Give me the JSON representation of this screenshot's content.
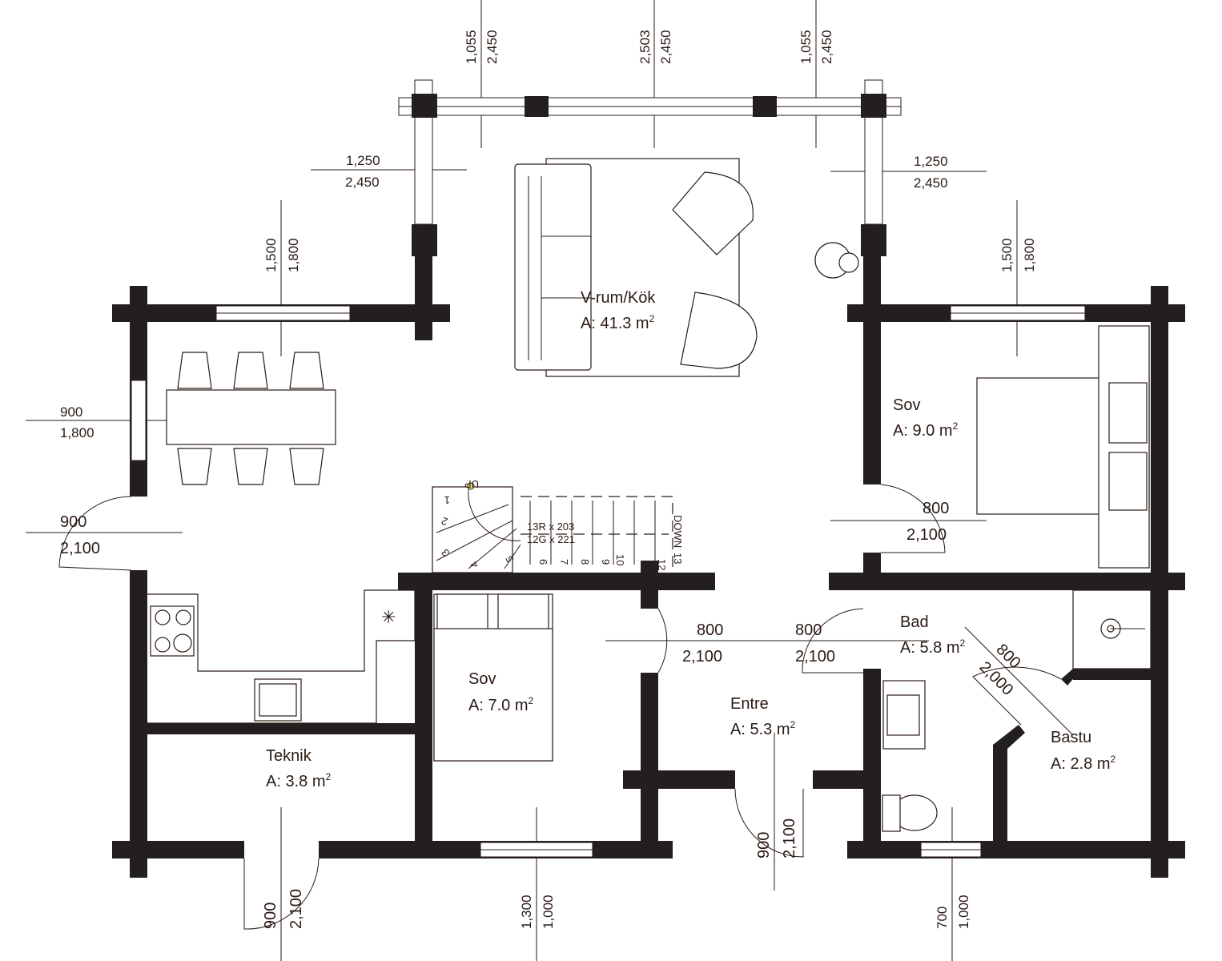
{
  "colors": {
    "wall": "#231f20",
    "text": "#2a1a14",
    "marker": "#e5ea6a"
  },
  "rooms": {
    "living": {
      "name": "V-rum/Kök",
      "area": "A: 41.3 m",
      "sup": "2"
    },
    "bed1": {
      "name": "Sov",
      "area": "A: 9.0 m",
      "sup": "2"
    },
    "bed2": {
      "name": "Sov",
      "area": "A: 7.0 m",
      "sup": "2"
    },
    "entre": {
      "name": "Entre",
      "area": "A: 5.3 m",
      "sup": "2"
    },
    "bad": {
      "name": "Bad",
      "area": "A: 5.8 m",
      "sup": "2"
    },
    "bastu": {
      "name": "Bastu",
      "area": "A: 2.8 m",
      "sup": "2"
    },
    "teknik": {
      "name": "Teknik",
      "area": "A: 3.8 m",
      "sup": "2"
    }
  },
  "dims": {
    "top1": [
      "1,055",
      "2,450"
    ],
    "top2": [
      "2,503",
      "2,450"
    ],
    "top3": [
      "1,055",
      "2,450"
    ],
    "bayL": [
      "1,250",
      "2,450"
    ],
    "bayR": [
      "1,250",
      "2,450"
    ],
    "winL": [
      "1,500",
      "1,800"
    ],
    "winR": [
      "1,500",
      "1,800"
    ],
    "winW": [
      "900",
      "1,800"
    ],
    "doorW": [
      "900",
      "2,100"
    ],
    "doorBed1": [
      "800",
      "2,100"
    ],
    "doorBed2": [
      "800",
      "2,100"
    ],
    "doorBad": [
      "800",
      "2,100"
    ],
    "doorBastu": [
      "800",
      "2,000"
    ],
    "doorEntre": [
      "900",
      "2,100"
    ],
    "doorTeknik": [
      "900",
      "2,100"
    ],
    "winBed2": [
      "1,300",
      "1,000"
    ],
    "winBad": [
      "700",
      "1,000"
    ]
  },
  "stairs": {
    "up": "UP",
    "down": "DOWN",
    "risers": "13R x 203",
    "goings": "12G x 221",
    "steps": [
      "1",
      "2",
      "3",
      "4",
      "5",
      "6",
      "7",
      "8",
      "9",
      "10",
      "12",
      "13"
    ]
  }
}
